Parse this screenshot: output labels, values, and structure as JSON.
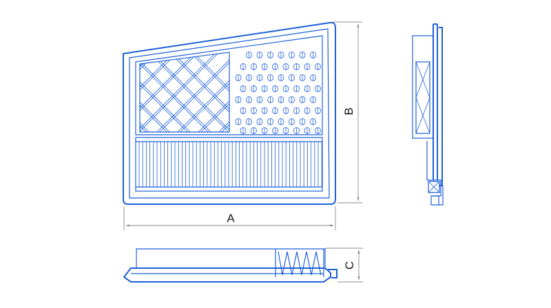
{
  "dimensions": {
    "a_label": "A",
    "b_label": "B",
    "c_label": "C"
  },
  "colors": {
    "line": "#1b5fd9",
    "dimension_line": "#8a8a8a",
    "text": "#1a1a1a"
  }
}
